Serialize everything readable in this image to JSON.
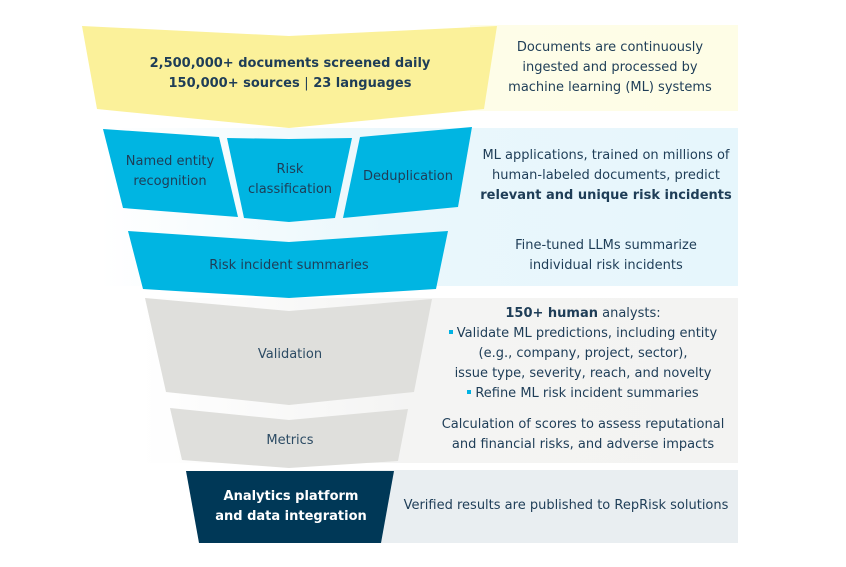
{
  "colors": {
    "yellow": "#fbf19a",
    "yellow_panel": "#fefde6",
    "cyan": "#00b5e2",
    "cyan_panel": "#e9f7fc",
    "gray": "#dfdfdc",
    "gray_panel": "#f4f4f3",
    "navy": "#003857",
    "navy_panel": "#e9eef1",
    "text": "#1e3d57",
    "bullet": "#00b2e3"
  },
  "stages": {
    "ingestion": {
      "line1": "2,500,000+ documents screened daily",
      "line2_a": "150,000+ sources",
      "line2_sep": "|",
      "line2_b": "23 languages",
      "description": [
        "Documents are continuously",
        "ingested and processed by",
        "machine learning (ML) systems"
      ]
    },
    "ml": {
      "blocks": [
        {
          "label_lines": [
            "Named entity",
            "recognition"
          ]
        },
        {
          "label_lines": [
            "Risk",
            "classification"
          ]
        },
        {
          "label_lines": [
            "Deduplication"
          ]
        }
      ],
      "description": [
        "ML applications, trained on millions of",
        "human-labeled documents, predict"
      ],
      "description_bold": "relevant and unique risk incidents"
    },
    "summaries": {
      "label": "Risk incident summaries",
      "description": [
        "Fine-tuned LLMs summarize",
        "individual risk incidents"
      ]
    },
    "validation": {
      "label": "Validation",
      "heading_bold": "150+ human",
      "heading_rest": " analysts:",
      "bullet1": [
        "Validate ML predictions, including entity",
        "(e.g., company, project, sector),",
        "issue type, severity, reach, and novelty"
      ],
      "bullet2": "Refine ML risk incident summaries"
    },
    "metrics": {
      "label": "Metrics",
      "description": [
        "Calculation of scores to assess reputational",
        "and financial risks, and adverse impacts"
      ]
    },
    "platform": {
      "label_lines": [
        "Analytics platform",
        "and data integration"
      ],
      "description": "Verified results are published to RepRisk solutions"
    }
  }
}
